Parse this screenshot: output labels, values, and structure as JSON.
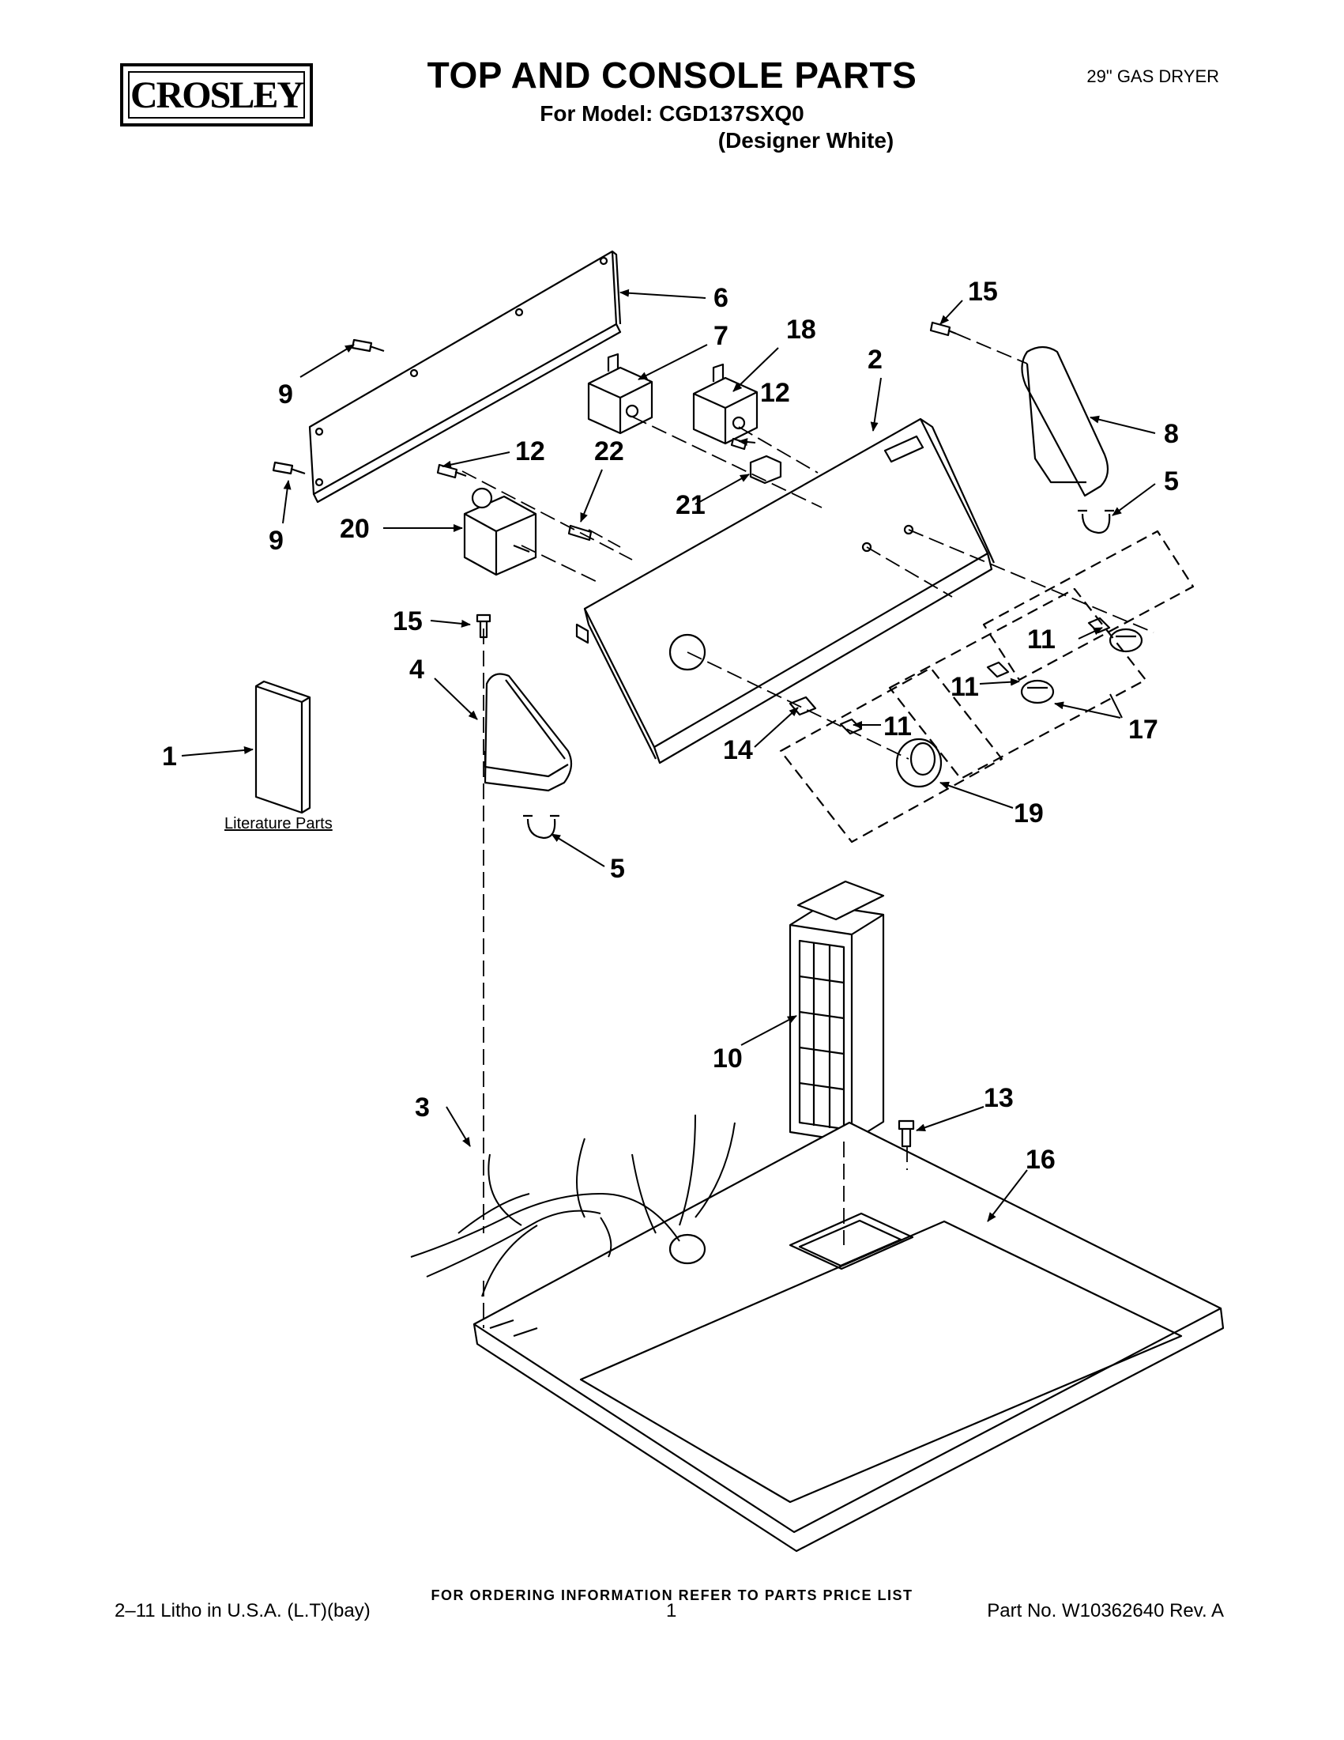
{
  "header": {
    "brand": "CROSLEY",
    "title": "TOP AND CONSOLE PARTS",
    "model_line": "For Model: CGD137SXQ0",
    "color_line": "(Designer White)",
    "product_type": "29\" GAS DRYER"
  },
  "diagram": {
    "literature_label": "Literature Parts",
    "callouts": {
      "c1": "1",
      "c2": "2",
      "c3": "3",
      "c4": "4",
      "c5a": "5",
      "c5b": "5",
      "c6": "6",
      "c7": "7",
      "c8": "8",
      "c9a": "9",
      "c9b": "9",
      "c10": "10",
      "c11a": "11",
      "c11b": "11",
      "c11c": "11",
      "c12a": "12",
      "c12b": "12",
      "c13": "13",
      "c14": "14",
      "c15a": "15",
      "c15b": "15",
      "c16": "16",
      "c17": "17",
      "c18": "18",
      "c19": "19",
      "c20": "20",
      "c21": "21",
      "c22": "22"
    }
  },
  "footer": {
    "ordering_note": "FOR ORDERING INFORMATION REFER TO PARTS PRICE LIST",
    "litho": "2–11 Litho in U.S.A. (L.T)(bay)",
    "page": "1",
    "part_no": "Part No. W10362640 Rev. A"
  }
}
